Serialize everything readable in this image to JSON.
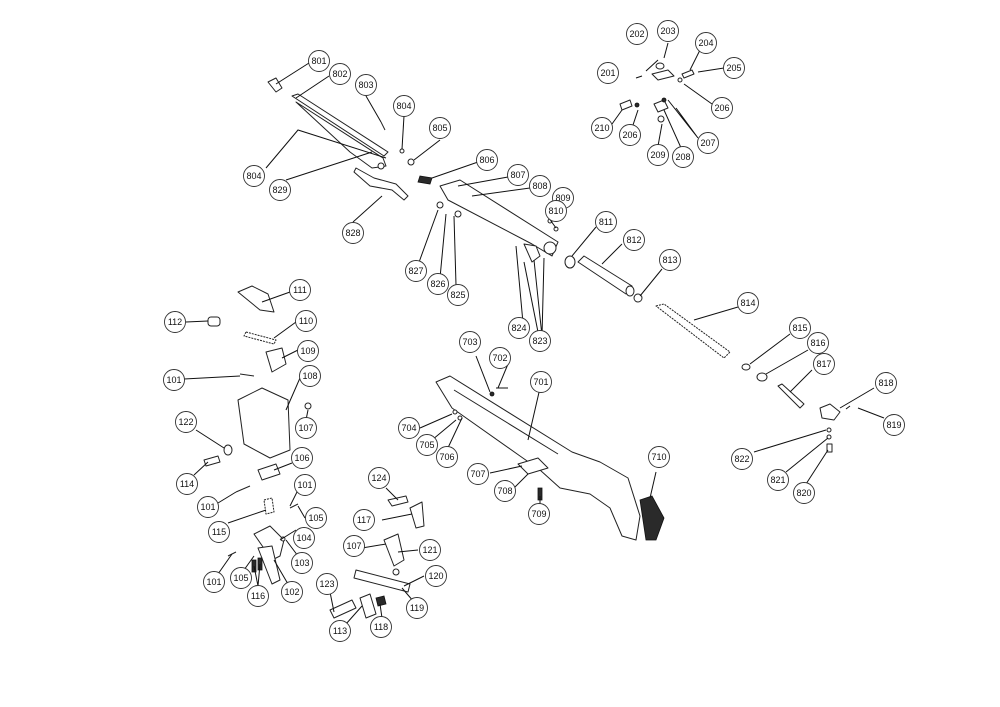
{
  "callouts": {
    "c801": "801",
    "c802": "802",
    "c803": "803",
    "c804a": "804",
    "c804b": "804",
    "c805": "805",
    "c806": "806",
    "c807": "807",
    "c808": "808",
    "c809": "809",
    "c810": "810",
    "c811": "811",
    "c812": "812",
    "c813": "813",
    "c814": "814",
    "c815": "815",
    "c816": "816",
    "c817": "817",
    "c818": "818",
    "c819": "819",
    "c820": "820",
    "c821": "821",
    "c822": "822",
    "c823": "823",
    "c824": "824",
    "c825": "825",
    "c826": "826",
    "c827": "827",
    "c828": "828",
    "c829": "829",
    "c201": "201",
    "c202": "202",
    "c203": "203",
    "c204": "204",
    "c205": "205",
    "c206a": "206",
    "c206b": "206",
    "c207": "207",
    "c208": "208",
    "c209": "209",
    "c210": "210",
    "c701": "701",
    "c702": "702",
    "c703": "703",
    "c704": "704",
    "c705": "705",
    "c706": "706",
    "c707": "707",
    "c708": "708",
    "c709": "709",
    "c710": "710",
    "c101a": "101",
    "c101b": "101",
    "c101c": "101",
    "c101d": "101",
    "c102": "102",
    "c103": "103",
    "c104": "104",
    "c105a": "105",
    "c105b": "105",
    "c106": "106",
    "c107a": "107",
    "c107b": "107",
    "c108": "108",
    "c109": "109",
    "c110": "110",
    "c111": "111",
    "c112": "112",
    "c113": "113",
    "c114": "114",
    "c115": "115",
    "c116": "116",
    "c117": "117",
    "c118": "118",
    "c119": "119",
    "c120": "120",
    "c121": "121",
    "c122": "122",
    "c123": "123",
    "c124": "124"
  }
}
